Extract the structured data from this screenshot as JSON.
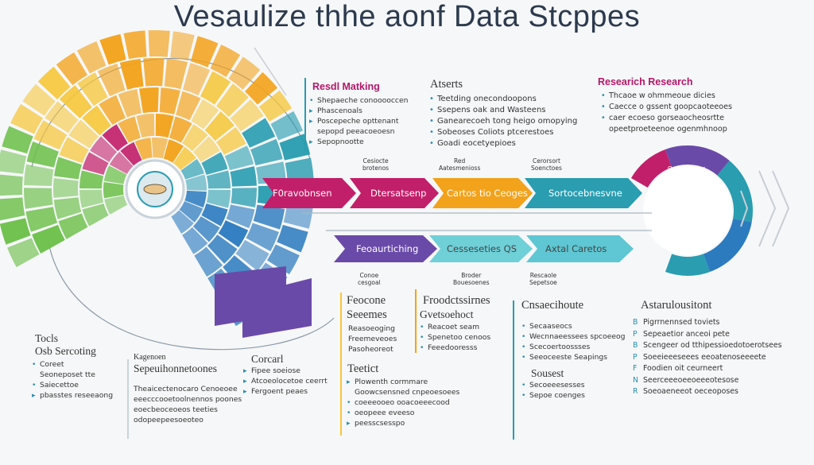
{
  "title": "Vesaulize thhe aonf Data Stcppes",
  "colors": {
    "orange": "#f3a21b",
    "yellow": "#f6c63a",
    "teal": "#2a9db0",
    "blue": "#2c7bbf",
    "purple": "#6a4aa8",
    "magenta": "#c21f6a",
    "green": "#6cbf4a"
  },
  "arrows_row1": [
    "F0ravobnsen",
    "Dtersatsenp",
    "Cartos tio Ceoges",
    "Sortocebnesvne"
  ],
  "arrows_row2": [
    "Feoaurtiching",
    "Cesseseties QS",
    "Axtal Caretos"
  ],
  "hub_label": "Oe Sbteal sss",
  "row1_notes": [
    "Cesiocte\nbrotenos",
    "Red\nAatesmenioss",
    "Cerorsort\nSoenctoes"
  ],
  "row2_notes": [
    "Conoe\ncesgoal",
    "Broder\nBouesoenes",
    "Rescaole\nSepetsoe"
  ],
  "section_a": {
    "title": "Resdl Matking",
    "items": [
      "Shepaeche conooooccen",
      "Phascenoals",
      "Poscepeche opttenant",
      "sepopd peeacoeoesn",
      "Sepopnootte"
    ]
  },
  "section_b": {
    "title": "Atserts",
    "items": [
      "Teetding onecondoopons",
      "Ssepens oak and Wasteens",
      "Ganearecoeh tong heigo omopying",
      "Sobeoses Coliots ptcerestoes",
      "Goadi eocetyepioes"
    ]
  },
  "section_c": {
    "title": "Researich Research",
    "items": [
      "Thcaoe w ohmmeoue dicies",
      "Caecce o gssent goopcaoteeoes",
      "caer ecoeso gorseaocheosrtte",
      "opeetproeteenoe ogenmhnoop"
    ]
  },
  "tools": {
    "title_line1": "Tocls",
    "title_line2": "Osb Sercoting",
    "items": [
      "Coreet",
      "Seoneposet tte",
      "Saiecettoe",
      "pbasstes reseeaong"
    ]
  },
  "col_sop": {
    "title": "Kagenoen",
    "subtitle": "Sepeuihonnetoones",
    "items": [
      "Theaicectenocaro Cenoeoee",
      "eeecccooetoolnennos poones",
      "eoecbeoceoeos teeties",
      "odopeepeesoeoteo"
    ]
  },
  "col_cor": {
    "title": "Corcarl",
    "items": [
      "Fipee soeiose",
      "Atcoeolocetoe ceerrt",
      "Fergoent peaes"
    ]
  },
  "col_foo": {
    "title": "Feocone",
    "subtitle": "Seeemes",
    "items": [
      "Reasoeoging",
      "Freemeveoes",
      "Pasoheoreot"
    ]
  },
  "col_tech": {
    "title": "Teetict",
    "items": [
      "Plowenth cormmare",
      "Goowcsensned cnpeoesoees",
      "coeeeooeo ooacoeeecood",
      "oeopeee eveeso",
      "peesscsesspo"
    ]
  },
  "col_front": {
    "title": "Froodctssirnes",
    "subtitle": "Gvetsoehoct",
    "items": [
      "Reacoet seam",
      "Spenetoo cenoos",
      "Feeedooresss"
    ]
  },
  "col_canc": {
    "title": "Cnsaecihoute",
    "items": [
      "Secaaseocs",
      "Wecnnaeessees spcoeeog",
      "Scecoertoossses",
      "Seeoceeste Seapings"
    ],
    "subtitle": "Sousest",
    "items2": [
      "Secoeeesesses",
      "Sepoe coenges"
    ]
  },
  "col_ast": {
    "title": "Astarulousitont",
    "items": [
      "Pigrrnennsed toviets",
      "Sepeaetior anceoi pete",
      "Scengeer od tthipessioedotoerotsees",
      "Soeeieeeseees eeoatenoseeeete",
      "Foodien oit ceurneert",
      "Seerceeeoeeoeeeotesose",
      "Soeoaeneeot oeceoposes"
    ],
    "bullets": [
      "B",
      "P",
      "B",
      "P",
      "F",
      "N",
      "R"
    ]
  }
}
